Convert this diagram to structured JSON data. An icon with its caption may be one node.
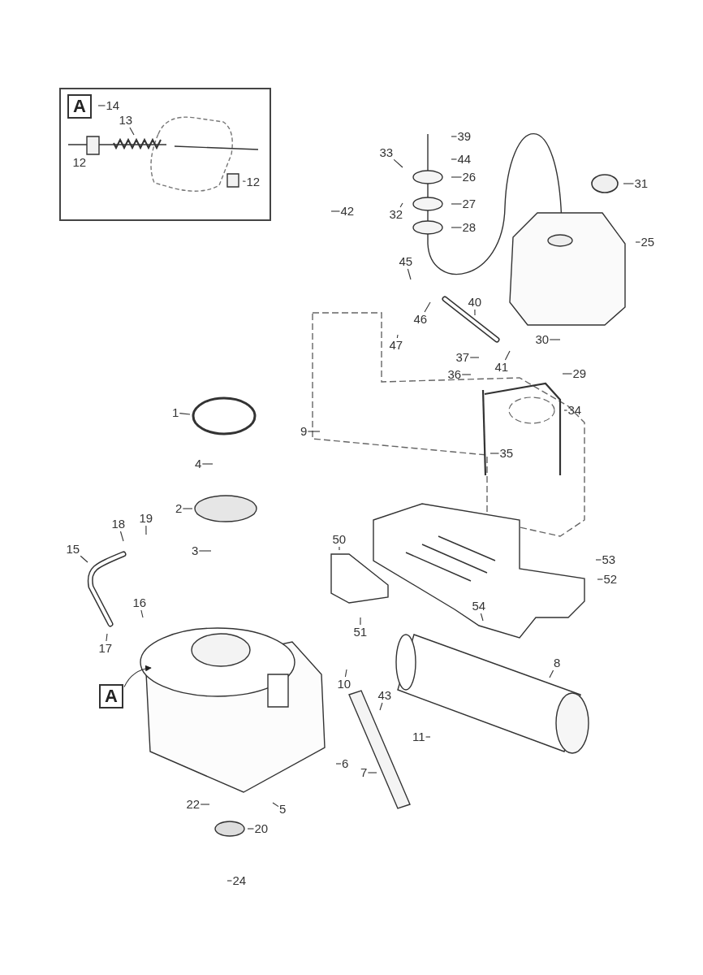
{
  "diagram": {
    "nodes": [
      {
        "text": [],
        "shape": "box"
      },
      {
        "text": [
          "A"
        ],
        "in": 0
      },
      {
        "text": [
          "14"
        ],
        "in": 0
      },
      {
        "text": [
          "13"
        ],
        "in": 0
      },
      {
        "text": [
          "12"
        ],
        "in": 0
      },
      {
        "text": [
          "12"
        ],
        "in": 0
      },
      {
        "text": [
          "39"
        ]
      },
      {
        "text": [
          "44"
        ]
      },
      {
        "text": [
          "33"
        ]
      },
      {
        "text": [
          "26"
        ]
      },
      {
        "text": [
          "32"
        ]
      },
      {
        "text": [
          "27"
        ]
      },
      {
        "text": [
          "42"
        ]
      },
      {
        "text": [
          "28"
        ]
      },
      {
        "text": [
          "31"
        ]
      },
      {
        "text": [
          "25"
        ]
      },
      {
        "text": [
          "45"
        ]
      },
      {
        "text": [
          "46"
        ]
      },
      {
        "text": [
          "40"
        ]
      },
      {
        "text": [
          "47"
        ]
      },
      {
        "text": [
          "30"
        ]
      },
      {
        "text": [
          "37"
        ]
      },
      {
        "text": [
          "41"
        ]
      },
      {
        "text": [
          "36"
        ]
      },
      {
        "text": [
          "29"
        ]
      },
      {
        "text": [
          "34"
        ]
      },
      {
        "text": [
          "1"
        ]
      },
      {
        "text": [
          "9"
        ]
      },
      {
        "text": [
          "35"
        ]
      },
      {
        "text": [
          "4"
        ]
      },
      {
        "text": [
          "2"
        ]
      },
      {
        "text": [
          "3"
        ]
      },
      {
        "text": [
          "19"
        ]
      },
      {
        "text": [
          "18"
        ]
      },
      {
        "text": [
          "50"
        ]
      },
      {
        "text": [
          "15"
        ]
      },
      {
        "text": [
          "53"
        ]
      },
      {
        "text": [
          "52"
        ]
      },
      {
        "text": [
          "51"
        ]
      },
      {
        "text": [
          "54"
        ]
      },
      {
        "text": [
          "16"
        ]
      },
      {
        "text": [
          "17"
        ]
      },
      {
        "text": [
          "10"
        ]
      },
      {
        "text": [
          "8"
        ]
      },
      {
        "text": [
          "43"
        ]
      },
      {
        "text": [
          "11"
        ]
      },
      {
        "text": [
          "6"
        ]
      },
      {
        "text": [
          "7"
        ]
      },
      {
        "text": [
          "5"
        ]
      },
      {
        "text": [
          "22"
        ]
      },
      {
        "text": [
          "20"
        ]
      },
      {
        "text": [
          "24"
        ]
      },
      {
        "text": [
          "A"
        ]
      }
    ],
    "edges": [
      {
        "from": 2,
        "to": null,
        "arrow": "none"
      },
      {
        "from": 3,
        "to": null,
        "arrow": "none"
      },
      {
        "from": 4,
        "to": null,
        "arrow": "none"
      },
      {
        "from": 5,
        "to": null,
        "arrow": "none"
      },
      {
        "from": 6,
        "to": null,
        "arrow": "none"
      },
      {
        "from": 7,
        "to": null,
        "arrow": "none"
      },
      {
        "from": 8,
        "to": null,
        "arrow": "none"
      },
      {
        "from": 9,
        "to": null,
        "arrow": "none"
      },
      {
        "from": 10,
        "to": null,
        "arrow": "none"
      },
      {
        "from": 11,
        "to": null,
        "arrow": "none"
      },
      {
        "from": 12,
        "to": null,
        "arrow": "none"
      },
      {
        "from": 13,
        "to": null,
        "arrow": "none"
      },
      {
        "from": 14,
        "to": null,
        "arrow": "none"
      },
      {
        "from": 15,
        "to": null,
        "arrow": "none"
      },
      {
        "from": 16,
        "to": null,
        "arrow": "none"
      },
      {
        "from": 17,
        "to": null,
        "arrow": "none"
      },
      {
        "from": 18,
        "to": null,
        "arrow": "none"
      },
      {
        "from": 19,
        "to": null,
        "arrow": "none"
      },
      {
        "from": 20,
        "to": null,
        "arrow": "none"
      },
      {
        "from": 21,
        "to": null,
        "arrow": "none"
      },
      {
        "from": 22,
        "to": null,
        "arrow": "none"
      },
      {
        "from": 23,
        "to": null,
        "arrow": "none"
      },
      {
        "from": 24,
        "to": null,
        "arrow": "none"
      },
      {
        "from": 25,
        "to": null,
        "arrow": "none"
      },
      {
        "from": 26,
        "to": null,
        "arrow": "none"
      },
      {
        "from": 27,
        "to": null,
        "arrow": "none"
      },
      {
        "from": 28,
        "to": null,
        "arrow": "none"
      },
      {
        "from": 29,
        "to": null,
        "arrow": "none"
      },
      {
        "from": 30,
        "to": null,
        "arrow": "none"
      },
      {
        "from": 31,
        "to": null,
        "arrow": "none"
      },
      {
        "from": 32,
        "to": null,
        "arrow": "none"
      },
      {
        "from": 33,
        "to": null,
        "arrow": "none"
      },
      {
        "from": 34,
        "to": null,
        "arrow": "none"
      },
      {
        "from": 35,
        "to": null,
        "arrow": "none"
      },
      {
        "from": 36,
        "to": null,
        "arrow": "none"
      },
      {
        "from": 37,
        "to": null,
        "arrow": "none"
      },
      {
        "from": 38,
        "to": null,
        "arrow": "none"
      },
      {
        "from": 39,
        "to": null,
        "arrow": "none"
      },
      {
        "from": 40,
        "to": null,
        "arrow": "none"
      },
      {
        "from": 41,
        "to": null,
        "arrow": "none"
      },
      {
        "from": 42,
        "to": null,
        "arrow": "none"
      },
      {
        "from": 43,
        "to": null,
        "arrow": "none"
      },
      {
        "from": 44,
        "to": null,
        "arrow": "none"
      },
      {
        "from": 45,
        "to": null,
        "arrow": "none"
      },
      {
        "from": 46,
        "to": null,
        "arrow": "none"
      },
      {
        "from": 47,
        "to": null,
        "arrow": "none"
      },
      {
        "from": 48,
        "to": null,
        "arrow": "none"
      },
      {
        "from": 49,
        "to": null,
        "arrow": "none"
      },
      {
        "from": 50,
        "to": null,
        "arrow": "none"
      },
      {
        "from": 51,
        "to": null,
        "arrow": "none"
      },
      {
        "from": 52,
        "to": null,
        "arrow": "to"
      }
    ]
  }
}
